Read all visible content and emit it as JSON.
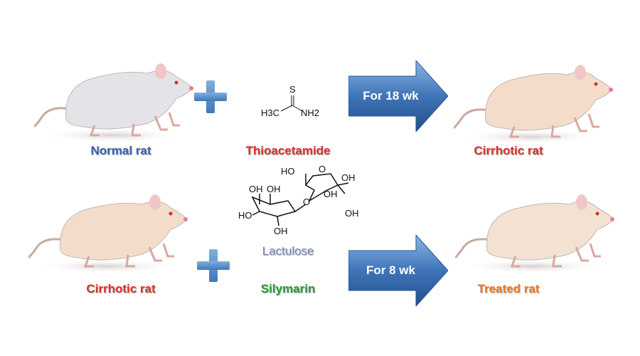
{
  "top_row": {
    "left_label": "Normal rat",
    "compound_label": "Thioacetamide",
    "arrow_label": "For 18 wk",
    "right_label": "Cirrhotic rat",
    "molecule": {
      "s": "S",
      "h3c": "H3C",
      "nh2": "NH2"
    }
  },
  "bottom_row": {
    "left_label": "Cirrhotic rat",
    "compound1_label": "Lactulose",
    "compound2_label": "Silymarin",
    "arrow_label": "For 8 wk",
    "right_label": "Treated rat",
    "molecule": {
      "oh": "OH",
      "ho": "HO",
      "o": "O"
    }
  },
  "colors": {
    "blue": "#3b5fb0",
    "red": "#d9322b",
    "lactulose": "#7a8bb5",
    "green": "#2a9a3a",
    "orange": "#f07a1e",
    "arrow": "#3f74b8"
  }
}
